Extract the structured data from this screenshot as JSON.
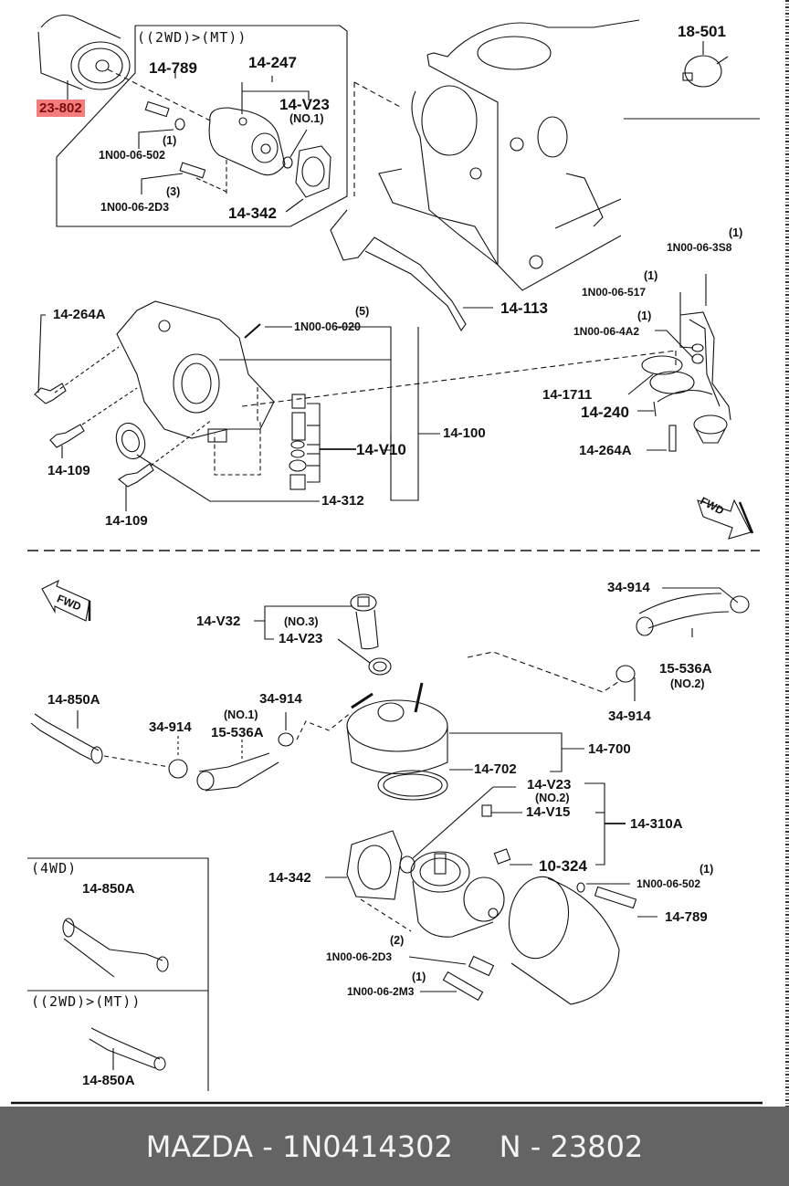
{
  "footer": {
    "brand": "MAZDA",
    "separator": " - ",
    "part_number": "1N0414302",
    "gap": "     ",
    "ref_prefix": "N - ",
    "ref_number": "23802"
  },
  "highlight": {
    "part": "23-802",
    "color": "#f47c7c"
  },
  "conditions": {
    "top_box": "((2WD)>(MT))",
    "box_4wd": "(4WD)",
    "box_2wd": "((2WD)>(MT))"
  },
  "fwd_arrows": [
    "FWD",
    "FWD"
  ],
  "labels": {
    "p14_789_top": "14-789",
    "p14_247": "14-247",
    "p14_v23_no1": "14-V23",
    "no1_a": "(NO.1)",
    "qty1_a": "(1)",
    "p1n00_06_502_a": "1N00-06-502",
    "qty3": "(3)",
    "p1n00_06_2d3_a": "1N00-06-2D3",
    "p14_342_top": "14-342",
    "p18_501": "18-501",
    "qty1_b": "(1)",
    "p1n00_06_3s8": "1N00-06-3S8",
    "qty1_c": "(1)",
    "p1n00_06_517": "1N00-06-517",
    "qty1_d": "(1)",
    "p1n00_06_4a2": "1N00-06-4A2",
    "p14_113": "14-113",
    "p14_1711": "14-1711",
    "p14_240": "14-240",
    "p14_264a_right": "14-264A",
    "p14_264a_left": "14-264A",
    "qty5": "(5)",
    "p1n00_06_020": "1N00-06-020",
    "p14_100": "14-100",
    "p14_v10": "14-V10",
    "p14_109_a": "14-109",
    "p14_109_b": "14-109",
    "p14_312": "14-312",
    "p14_v32": "14-V32",
    "no3": "(NO.3)",
    "p14_v23_no3": "14-V23",
    "p34_914_a": "34-914",
    "p15_536a_no2": "15-536A",
    "no2_a": "(NO.2)",
    "p34_914_b": "34-914",
    "p14_850a_main": "14-850A",
    "p34_914_c": "34-914",
    "no1_b": "(NO.1)",
    "p15_536a_no1": "15-536A",
    "p34_914_d": "34-914",
    "p14_700": "14-700",
    "p14_702": "14-702",
    "p14_v23_no2": "14-V23",
    "no2_b": "(NO.2)",
    "p14_v15": "14-V15",
    "p14_310a": "14-310A",
    "p10_324": "10-324",
    "p14_342_bottom": "14-342",
    "qty1_e": "(1)",
    "p1n00_06_502_b": "1N00-06-502",
    "p14_789_bottom": "14-789",
    "qty2": "(2)",
    "p1n00_06_2d3_b": "1N00-06-2D3",
    "qty1_f": "(1)",
    "p1n00_06_2m3": "1N00-06-2M3",
    "p14_850a_4wd": "14-850A",
    "p14_850a_2wd": "14-850A"
  }
}
